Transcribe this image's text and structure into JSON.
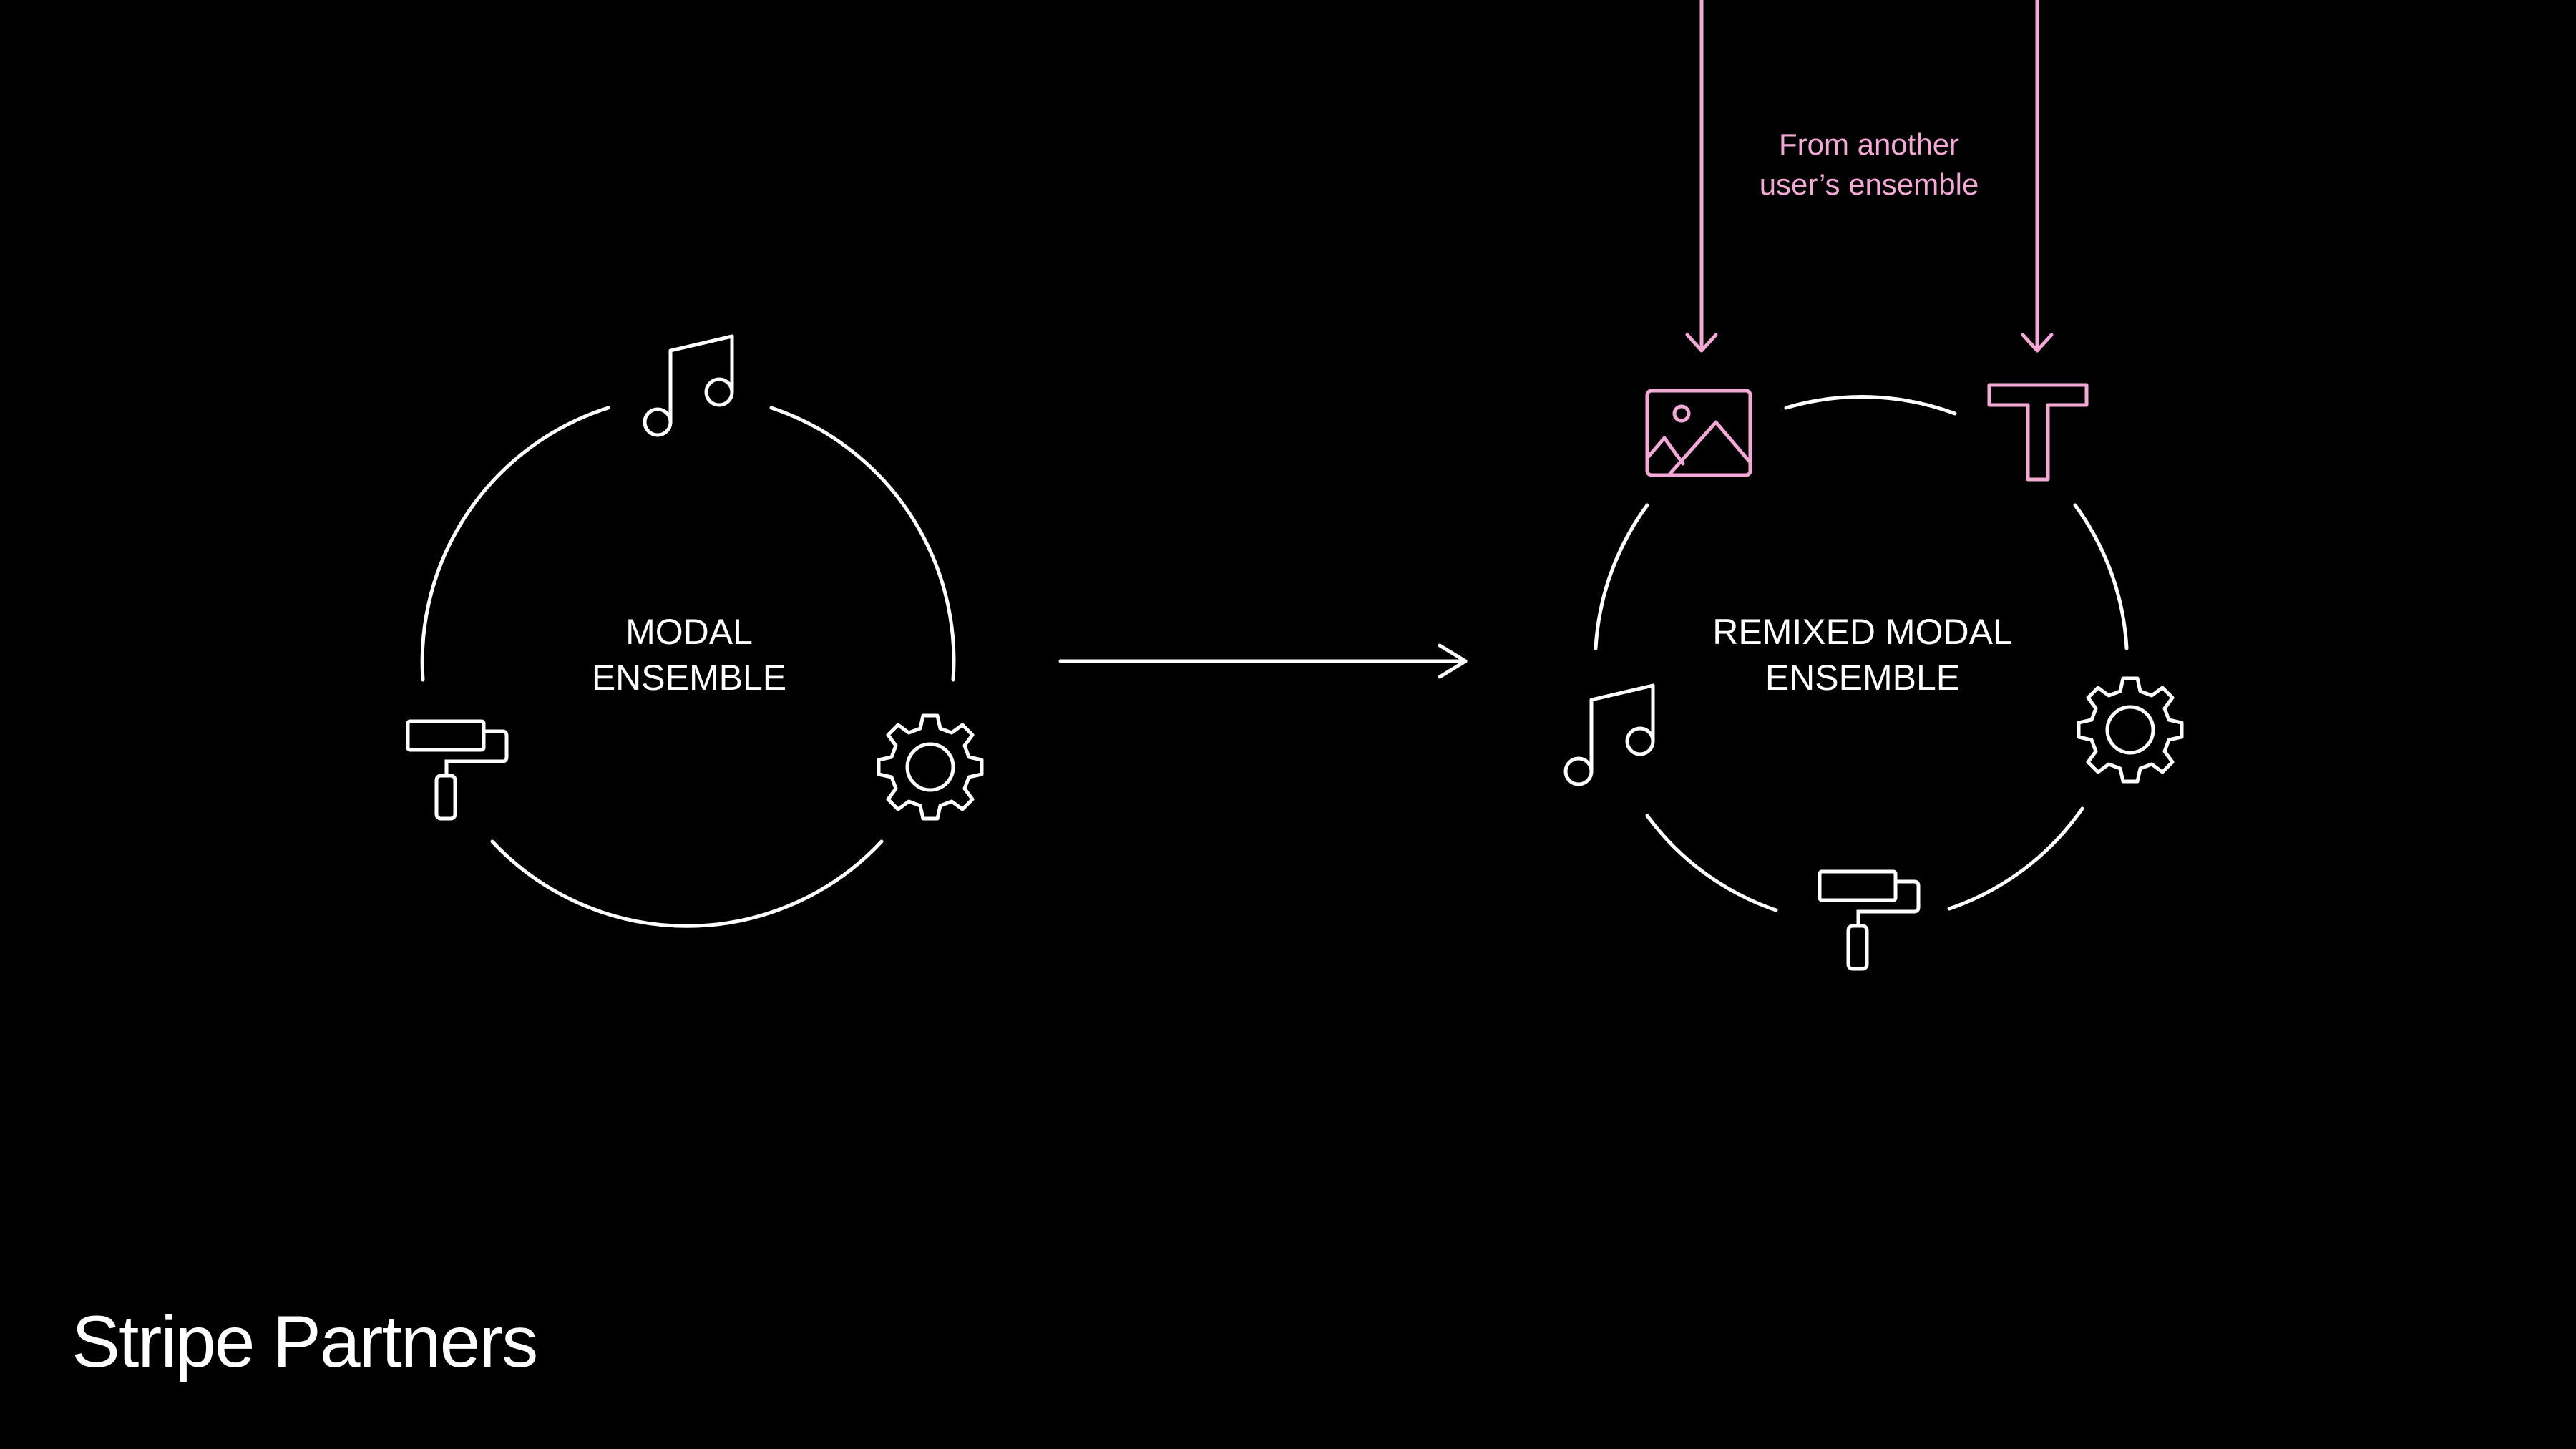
{
  "diagram": {
    "left_circle": {
      "label_line1": "MODAL",
      "label_line2": "ENSEMBLE"
    },
    "right_circle": {
      "label_line1": "REMIXED MODAL",
      "label_line2": "ENSEMBLE"
    },
    "source_note": {
      "line1": "From another",
      "line2": "user’s ensemble"
    }
  },
  "brand": {
    "name": "Stripe Partners"
  },
  "colors": {
    "background": "#000000",
    "stroke": "#ffffff",
    "accent": "#f3a9d6"
  },
  "icons": [
    "music-note-icon",
    "paint-roller-icon",
    "gear-icon",
    "image-icon",
    "text-t-icon"
  ]
}
